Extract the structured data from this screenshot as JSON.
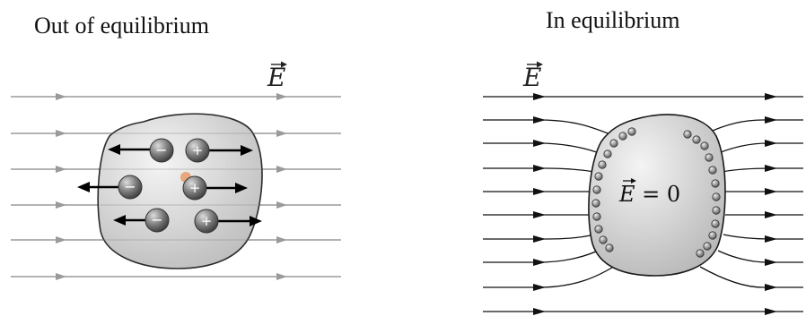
{
  "panels": {
    "left": {
      "title": "Out of equilibrium",
      "field_label": "E",
      "charges": {
        "negative_symbol": "−",
        "positive_symbol": "+"
      }
    },
    "right": {
      "title": "In equilibrium",
      "field_label": "E",
      "inside_label_lhs": "E",
      "inside_label_rhs": " = 0"
    }
  },
  "colors": {
    "field_line_left": "#9a9a9a",
    "field_line_right": "#111111",
    "conductor_fill": "#d4d4d4",
    "conductor_stroke": "#1a1a1a",
    "charge": "#666666",
    "force_arrow": "#000000",
    "highlight": "#e69a6a"
  }
}
